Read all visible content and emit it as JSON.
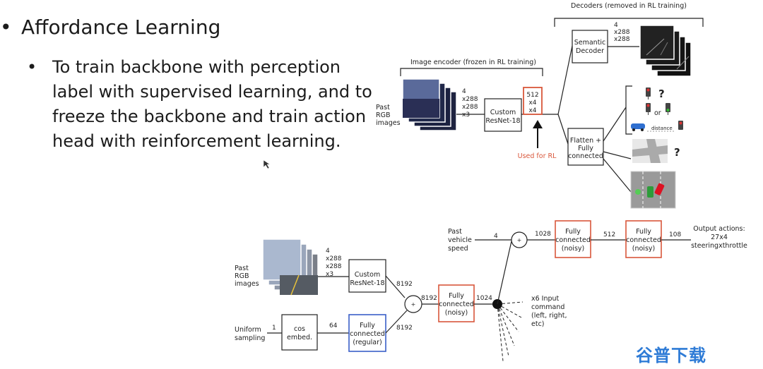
{
  "slide": {
    "bullet_main": "Affordance Learning",
    "bullet_sub_lines": [
      "To train backbone with perception",
      "label with supervised learning, and to",
      "freeze the backbone and train action",
      "head with reinforcement learning."
    ],
    "bullet_symbol": "•"
  },
  "top_diagram": {
    "decoders_label": "Decoders (removed in RL training)",
    "encoder_label": "Image encoder (frozen in RL training)",
    "input_label": [
      "Past",
      "RGB",
      "images"
    ],
    "input_dims": [
      "4",
      "x288",
      "x288",
      "x3"
    ],
    "backbone": [
      "Custom",
      "ResNet-18"
    ],
    "feature_dims": [
      "512",
      "x4",
      "x4"
    ],
    "used_for_rl": "Used for RL",
    "semantic_decoder": [
      "Semantic",
      "Decoder"
    ],
    "decoder_dims": [
      "4",
      "x288",
      "x288"
    ],
    "flatten": [
      "Flatten +",
      "Fully",
      "connected"
    ],
    "or_label": "or",
    "distance_label": "distance",
    "question_mark": "?"
  },
  "bottom_diagram": {
    "input_label": [
      "Past",
      "RGB",
      "images"
    ],
    "input_dims": [
      "4",
      "x288",
      "x288",
      "x3"
    ],
    "backbone": [
      "Custom",
      "ResNet-18"
    ],
    "edge_8192_a": "8192",
    "edge_8192_b": "8192",
    "edge_8192_c": "8192",
    "uniform": [
      "Uniform",
      "sampling"
    ],
    "edge_1": "1",
    "cos": [
      "cos",
      "embed."
    ],
    "edge_64": "64",
    "fc_regular": [
      "Fully",
      "connected",
      "(regular)"
    ],
    "plus": "+",
    "fc_noisy_1": [
      "Fully",
      "connected",
      "(noisy)"
    ],
    "edge_1024_a": "1024",
    "x6": [
      "x6 Input",
      "command",
      "(left, right,",
      "etc)"
    ],
    "speed": [
      "Past",
      "vehicle",
      "speed"
    ],
    "edge_4": "4",
    "edge_1028": "1028",
    "fc_noisy_2": [
      "Fully",
      "connected",
      "(noisy)"
    ],
    "edge_512": "512",
    "fc_noisy_3": [
      "Fully",
      "connected",
      "(noisy)"
    ],
    "edge_108": "108",
    "output": [
      "Output actions:",
      "27x4",
      "steeringxthrottle"
    ]
  },
  "watermark": "谷普下载",
  "colors": {
    "orange": "#d9573b",
    "blue": "#3a5fc8",
    "watermark": "#2e7bd6"
  }
}
